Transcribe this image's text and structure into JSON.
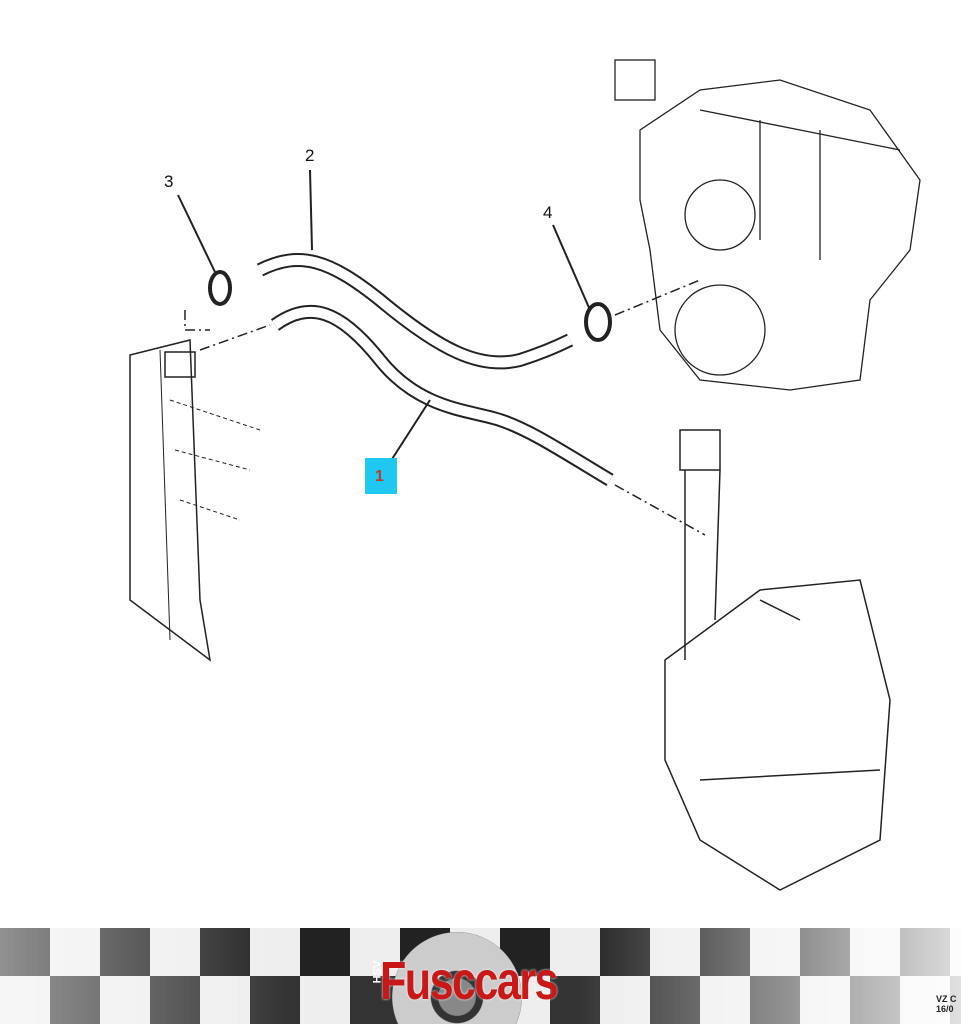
{
  "callouts": [
    "1",
    "2",
    "3",
    "4"
  ],
  "highlighted_callout": "1",
  "highlight_color": "#1ec8f0",
  "banner": {
    "logo_text": "Fusccars",
    "logo_badge": "HSV",
    "version_line1": "VZ C",
    "version_line2": "16/0"
  }
}
